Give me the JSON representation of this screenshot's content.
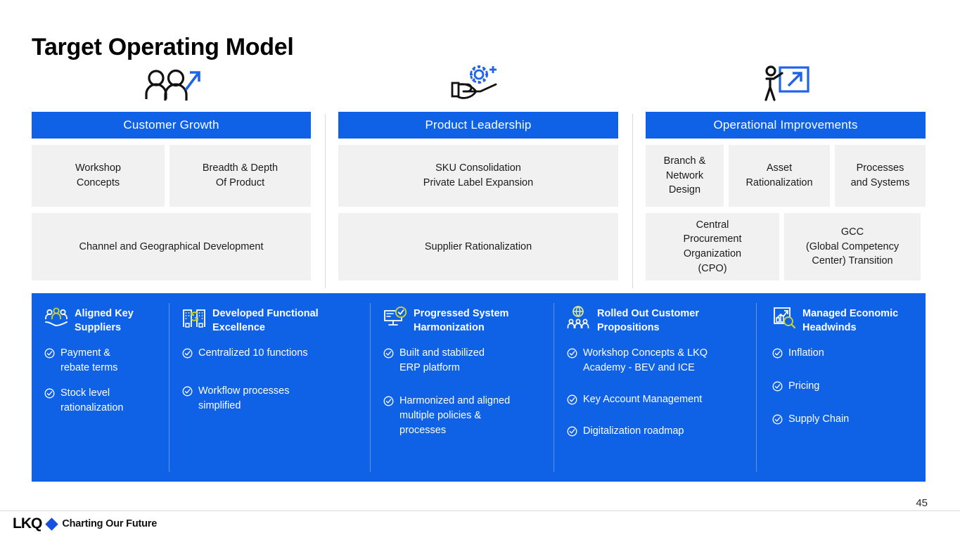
{
  "slide": {
    "title": "Target Operating Model",
    "page_number": "45",
    "accent_blue": "#0f62e6",
    "box_gray": "#f1f1f1",
    "accent_green": "#c6d82f"
  },
  "pillars": [
    {
      "icon": "people-growth-arrow-icon",
      "header": "Customer Growth",
      "rows": [
        {
          "boxes": [
            {
              "text": "Workshop\nConcepts"
            },
            {
              "text": "Breadth & Depth\nOf Product"
            }
          ]
        },
        {
          "boxes": [
            {
              "text": "Channel and Geographical Development"
            }
          ]
        }
      ]
    },
    {
      "icon": "hand-gear-plus-icon",
      "header": "Product Leadership",
      "rows": [
        {
          "boxes": [
            {
              "text": "SKU Consolidation\nPrivate Label Expansion"
            }
          ]
        },
        {
          "boxes": [
            {
              "text": "Supplier Rationalization"
            }
          ]
        }
      ]
    },
    {
      "icon": "presenter-board-arrow-icon",
      "header": "Operational  Improvements",
      "rows": [
        {
          "boxes": [
            {
              "text": "Branch &\nNetwork\nDesign"
            },
            {
              "text": "Asset\nRationalization"
            },
            {
              "text": "Processes\nand Systems"
            }
          ]
        },
        {
          "boxes": [
            {
              "text": "Central\nProcurement\nOrganization\n(CPO)"
            },
            {
              "text": "GCC\n(Global Competency\nCenter) Transition"
            }
          ]
        }
      ]
    }
  ],
  "achievements": [
    {
      "icon": "people-hand-icon",
      "title": "Aligned Key Suppliers",
      "bullets": [
        "Payment &\nrebate terms",
        "Stock level\nrationalization"
      ]
    },
    {
      "icon": "buildings-sync-icon",
      "title": "Developed Functional Excellence",
      "bullets": [
        "Centralized 10 functions",
        "Workflow processes\nsimplified"
      ]
    },
    {
      "icon": "monitor-check-icon",
      "title": "Progressed System Harmonization",
      "bullets": [
        "Built and stabilized\nERP platform",
        "Harmonized and aligned\nmultiple policies &\nprocesses"
      ]
    },
    {
      "icon": "globe-people-icon",
      "title": "Rolled Out Customer Propositions",
      "bullets": [
        "Workshop Concepts & LKQ\nAcademy - BEV and ICE",
        "Key Account Management",
        "Digitalization roadmap"
      ]
    },
    {
      "icon": "chart-magnifier-icon",
      "title": "Managed Economic Headwinds",
      "bullets": [
        "Inflation",
        "Pricing",
        "Supply Chain"
      ]
    }
  ],
  "footer": {
    "brand": "LKQ",
    "diamond": "diamond-icon",
    "tagline": "Charting Our Future"
  }
}
